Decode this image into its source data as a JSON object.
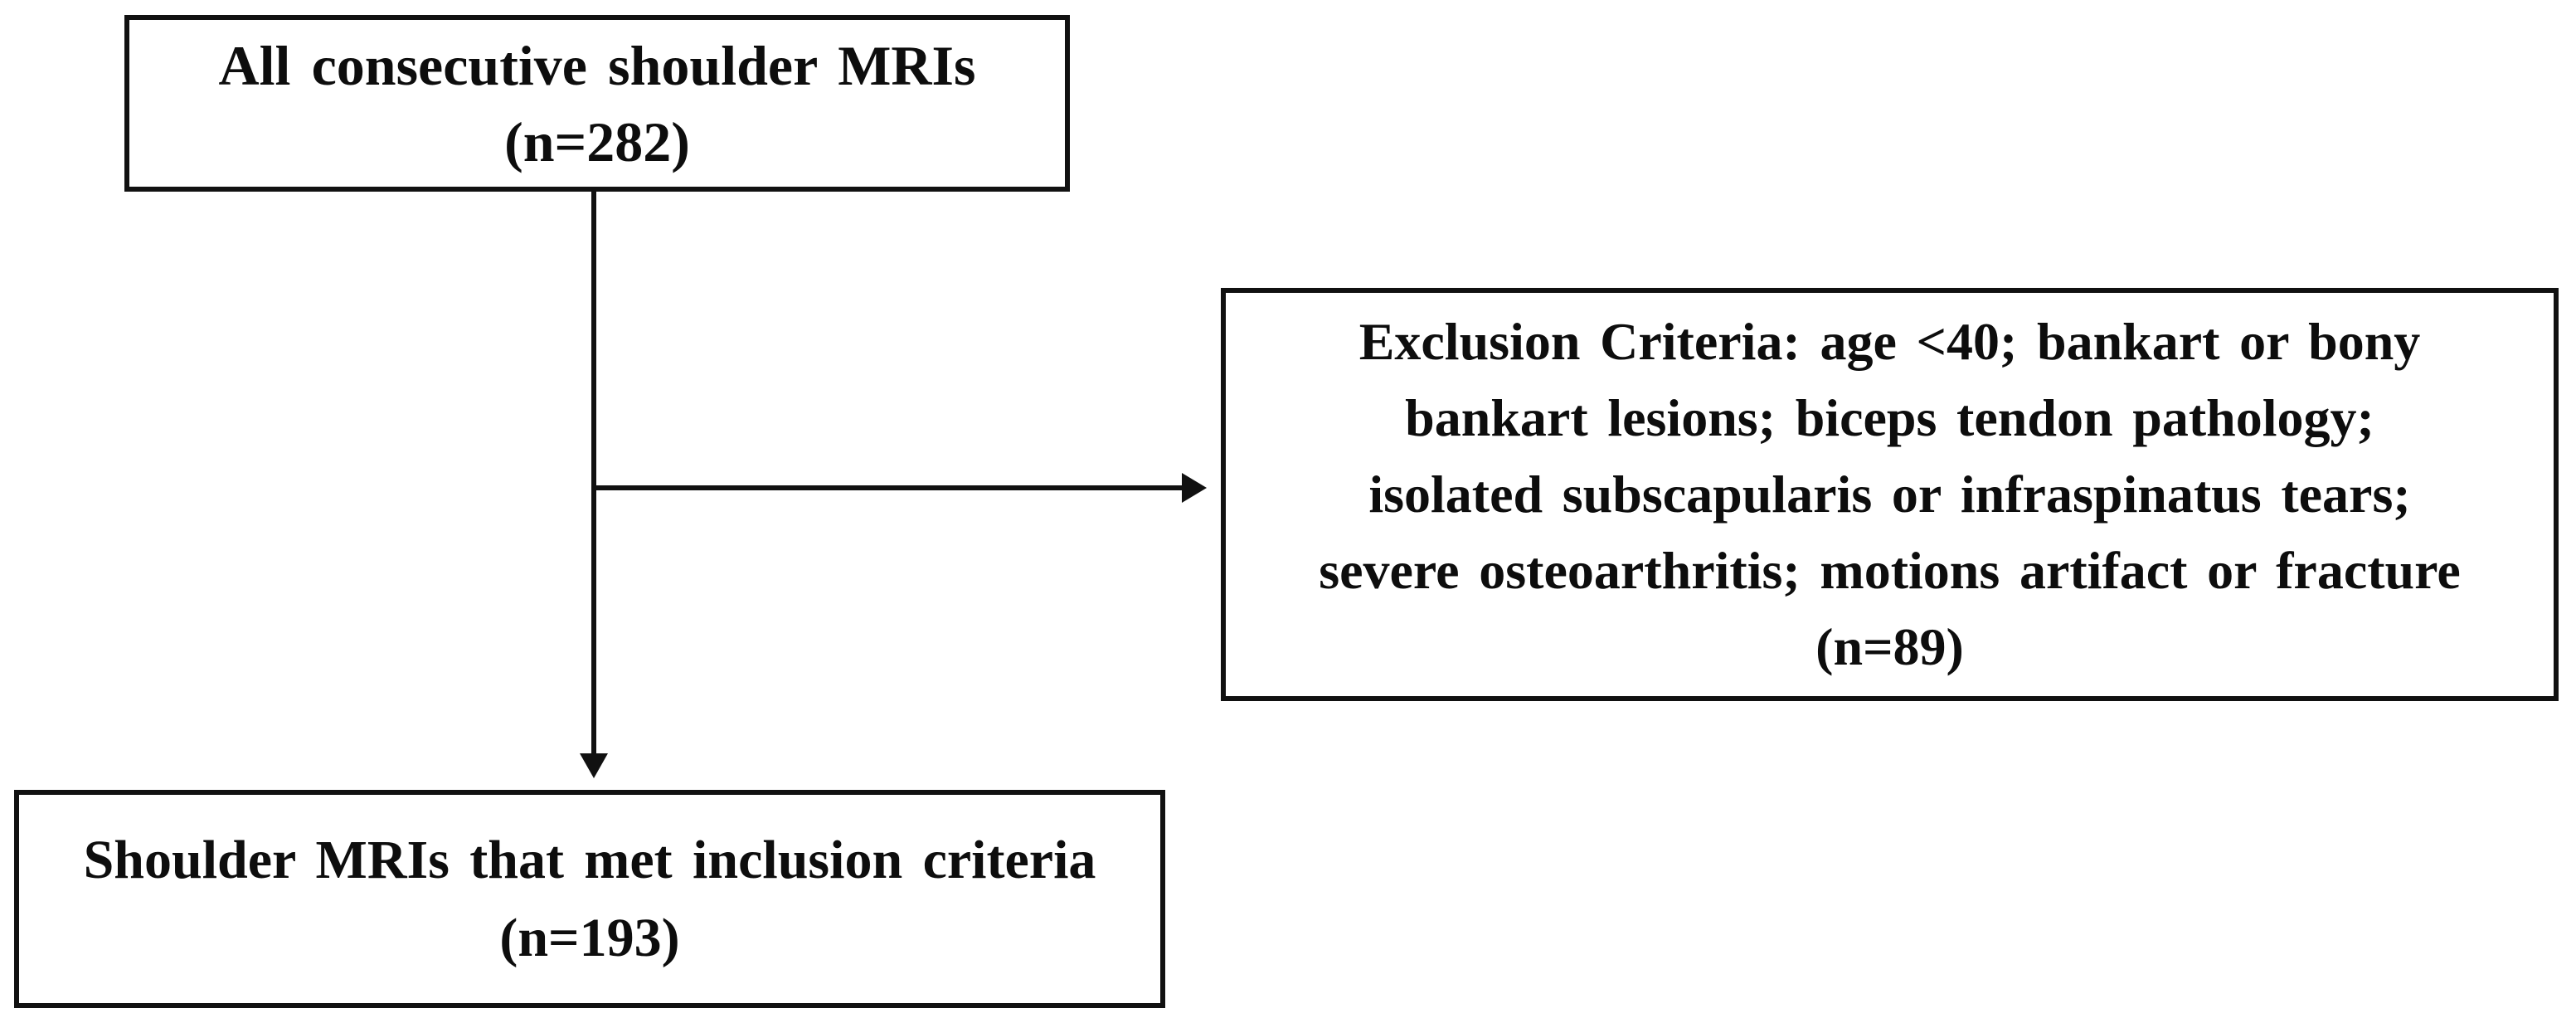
{
  "page": {
    "background_color": "#ffffff",
    "ink_color": "#111111",
    "figure_kind": "study-inclusion-flow-diagram"
  },
  "flowchart": {
    "nodes": [
      {
        "id": "all-shoulder-mris",
        "role": "source-population",
        "count": 282,
        "lines": [
          "All consecutive shoulder MRIs",
          "(n=282)"
        ]
      },
      {
        "id": "exclusion-criteria",
        "role": "excluded",
        "count": 89,
        "lines": [
          "Exclusion Criteria: age <40; bankart or bony",
          "bankart lesions; biceps tendon pathology;",
          "isolated subscapularis or infraspinatus tears;",
          "severe osteoarthritis; motions artifact or fracture",
          "(n=89)"
        ]
      },
      {
        "id": "included-mris",
        "role": "final-sample",
        "count": 193,
        "lines": [
          "Shoulder MRIs that met inclusion criteria",
          "(n=193)"
        ]
      }
    ],
    "edges": [
      {
        "from": "all-shoulder-mris",
        "to": "included-mris",
        "direction": "down"
      },
      {
        "from": "all-shoulder-mris",
        "to": "exclusion-criteria",
        "direction": "right"
      }
    ]
  }
}
